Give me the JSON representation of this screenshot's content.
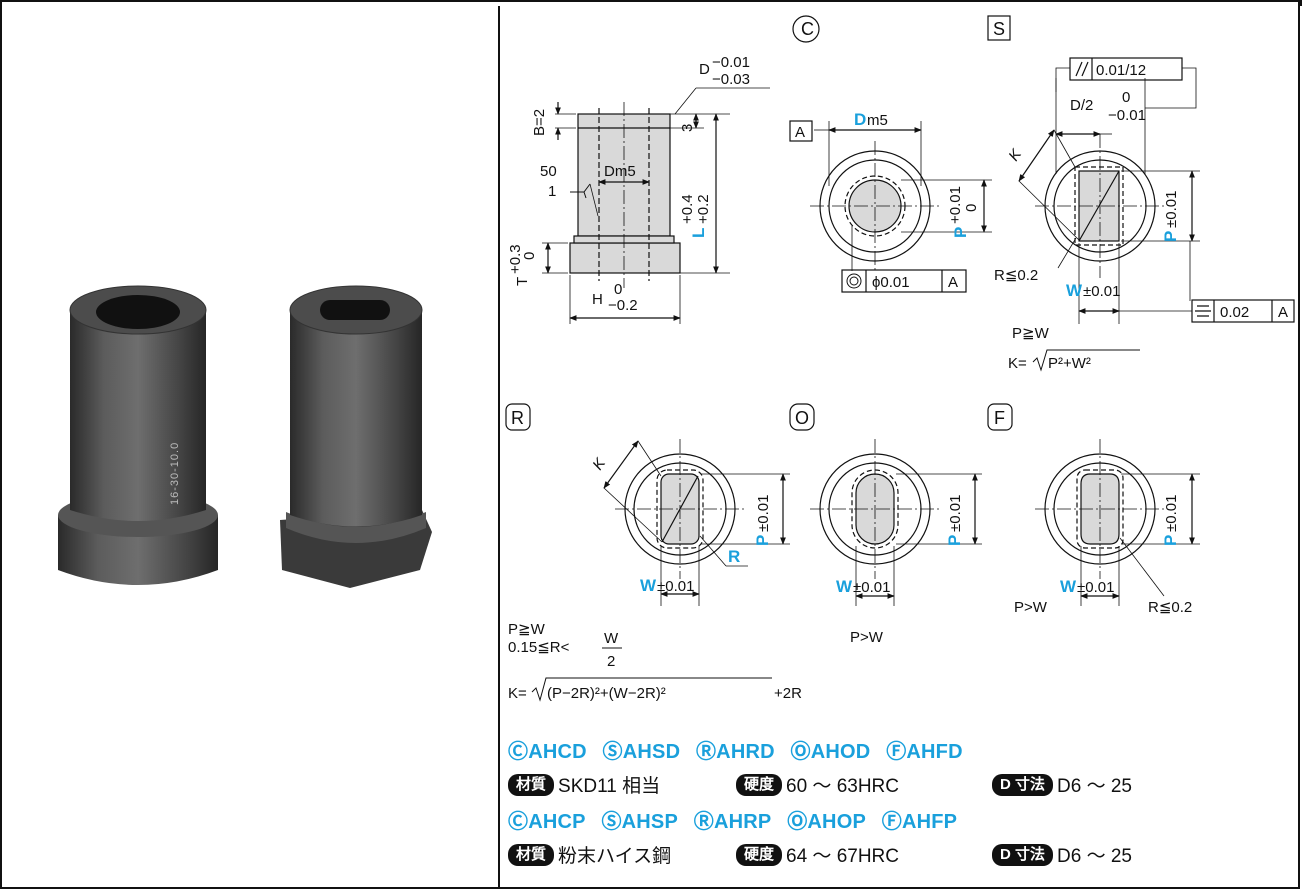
{
  "photo": {
    "stamp": "16-30-10.0"
  },
  "type_c": {
    "badge": "C",
    "d_tol": "D",
    "d_tol_upper": "−0.01",
    "d_tol_lower": "−0.03",
    "b_dim": "B=2",
    "chamfer": "3",
    "dm5": "Dm5",
    "roughness_val": "50",
    "roughness_1": "1",
    "l_label": "L",
    "l_tol_upper": "+0.4",
    "l_tol_lower": "+0.2",
    "t_label": "T",
    "t_tol_upper": "+0.3",
    "t_tol_lower": "0",
    "h_label": "H",
    "h_tol_upper": "0",
    "h_tol_lower": "−0.2",
    "datum": "A",
    "bore_d": "D",
    "bore_m5": "m5",
    "p_label": "P",
    "p_tol_upper": "+0.01",
    "p_tol_lower": "0",
    "coax_tol": "ϕ0.01",
    "coax_datum": "A"
  },
  "type_s": {
    "badge": "S",
    "parallel_tol": "0.01/12",
    "half_d": "D/2",
    "half_d_upper": "0",
    "half_d_lower": "−0.01",
    "k_label": "K",
    "p_label": "P",
    "p_tol": "±0.01",
    "r_limit": "R≦0.2",
    "w_label": "W",
    "w_tol": "±0.01",
    "sym_tol": "0.02",
    "sym_datum": "A",
    "rule1": "P≧W",
    "rule2_prefix": "K=",
    "rule2_body": "P²+W²"
  },
  "type_r": {
    "badge": "R",
    "k_label": "K",
    "p_label": "P",
    "p_tol": "±0.01",
    "r_label": "R",
    "w_label": "W",
    "w_tol": "±0.01",
    "rule1": "P≧W",
    "rule2_prefix": "0.15≦R<",
    "rule2_num": "W",
    "rule2_den": "2",
    "rule3_prefix": "K=",
    "rule3_body": "(P−2R)²+(W−2R)²",
    "rule3_suffix": "+2R"
  },
  "type_o": {
    "badge": "O",
    "p_label": "P",
    "p_tol": "±0.01",
    "w_label": "W",
    "w_tol": "±0.01",
    "rule": "P>W"
  },
  "type_f": {
    "badge": "F",
    "p_label": "P",
    "p_tol": "±0.01",
    "w_label": "W",
    "w_tol": "±0.01",
    "r_limit": "R≦0.2",
    "rule": "P>W"
  },
  "specs": {
    "group1_codes": [
      "ⒸAHCD",
      "ⓈAHSD",
      "ⓇAHRD",
      "ⓄAHOD",
      "ⒻAHFD"
    ],
    "group1_material_tag": "材質",
    "group1_material": "SKD11 相当",
    "group1_hardness_tag": "硬度",
    "group1_hardness": "60 〜 63HRC",
    "group1_dim_tag": "D 寸法",
    "group1_dim": "D6 〜 25",
    "group2_codes": [
      "ⒸAHCP",
      "ⓈAHSP",
      "ⓇAHRP",
      "ⓄAHOP",
      "ⒻAHFP"
    ],
    "group2_material_tag": "材質",
    "group2_material": "粉末ハイス鋼",
    "group2_hardness_tag": "硬度",
    "group2_hardness": "64 〜 67HRC",
    "group2_dim_tag": "D 寸法",
    "group2_dim": "D6 〜 25"
  },
  "colors": {
    "accent": "#1aa0dc",
    "part_fill": "#d9d9d9",
    "ink": "#111111"
  }
}
